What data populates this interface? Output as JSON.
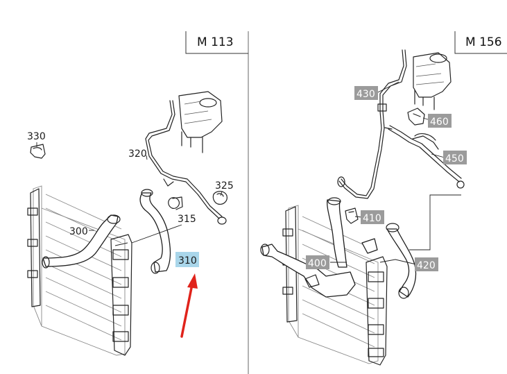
{
  "panels": {
    "left": {
      "title": "M 113"
    },
    "right": {
      "title": "M 156"
    }
  },
  "callouts": {
    "p330": "330",
    "p320": "320",
    "p325": "325",
    "p300": "300",
    "p315": "315",
    "p310": "310",
    "p430": "430",
    "p460": "460",
    "p450": "450",
    "p410": "410",
    "p400": "400",
    "p420": "420"
  },
  "colors": {
    "highlight": "#a9d6ea",
    "gray_tag": "#9b9b9b",
    "arrow": "#e0231b"
  },
  "highlighted_part": "310"
}
